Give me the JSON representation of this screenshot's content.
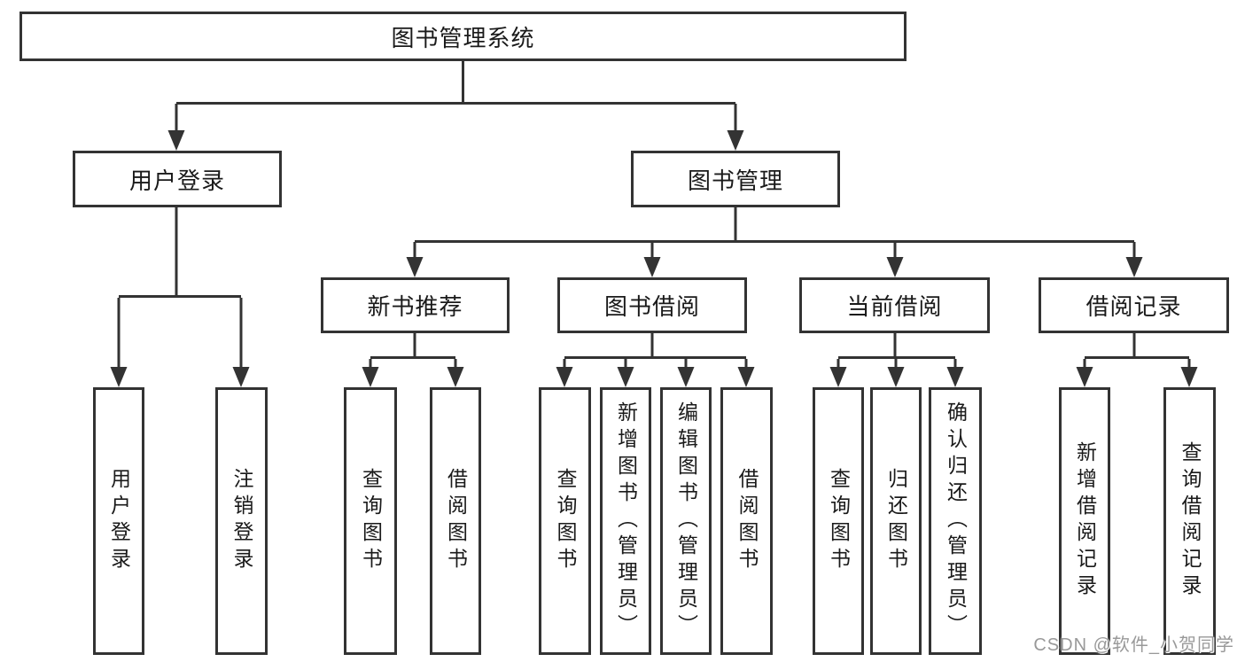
{
  "diagram": {
    "root_label": "图书管理系统",
    "branches": [
      {
        "label": "用户登录",
        "children": [
          {
            "label": "用户登录"
          },
          {
            "label": "注销登录"
          }
        ]
      },
      {
        "label": "图书管理",
        "children": [
          {
            "label": "新书推荐",
            "children": [
              {
                "label": "查询图书"
              },
              {
                "label": "借阅图书"
              }
            ]
          },
          {
            "label": "图书借阅",
            "children": [
              {
                "label": "查询图书"
              },
              {
                "label": "新增图书（管理员）"
              },
              {
                "label": "编辑图书（管理员）"
              },
              {
                "label": "借阅图书"
              }
            ]
          },
          {
            "label": "当前借阅",
            "children": [
              {
                "label": "查询图书"
              },
              {
                "label": "归还图书"
              },
              {
                "label": "确认归还（管理员）"
              }
            ]
          },
          {
            "label": "借阅记录",
            "children": [
              {
                "label": "新增借阅记录"
              },
              {
                "label": "查询借阅记录"
              }
            ]
          }
        ]
      }
    ],
    "watermark": "CSDN @软件_小贺同学",
    "colors": {
      "line": "#333333",
      "text": "#1a1a1a",
      "watermark": "#999999",
      "background": "#ffffff"
    }
  }
}
